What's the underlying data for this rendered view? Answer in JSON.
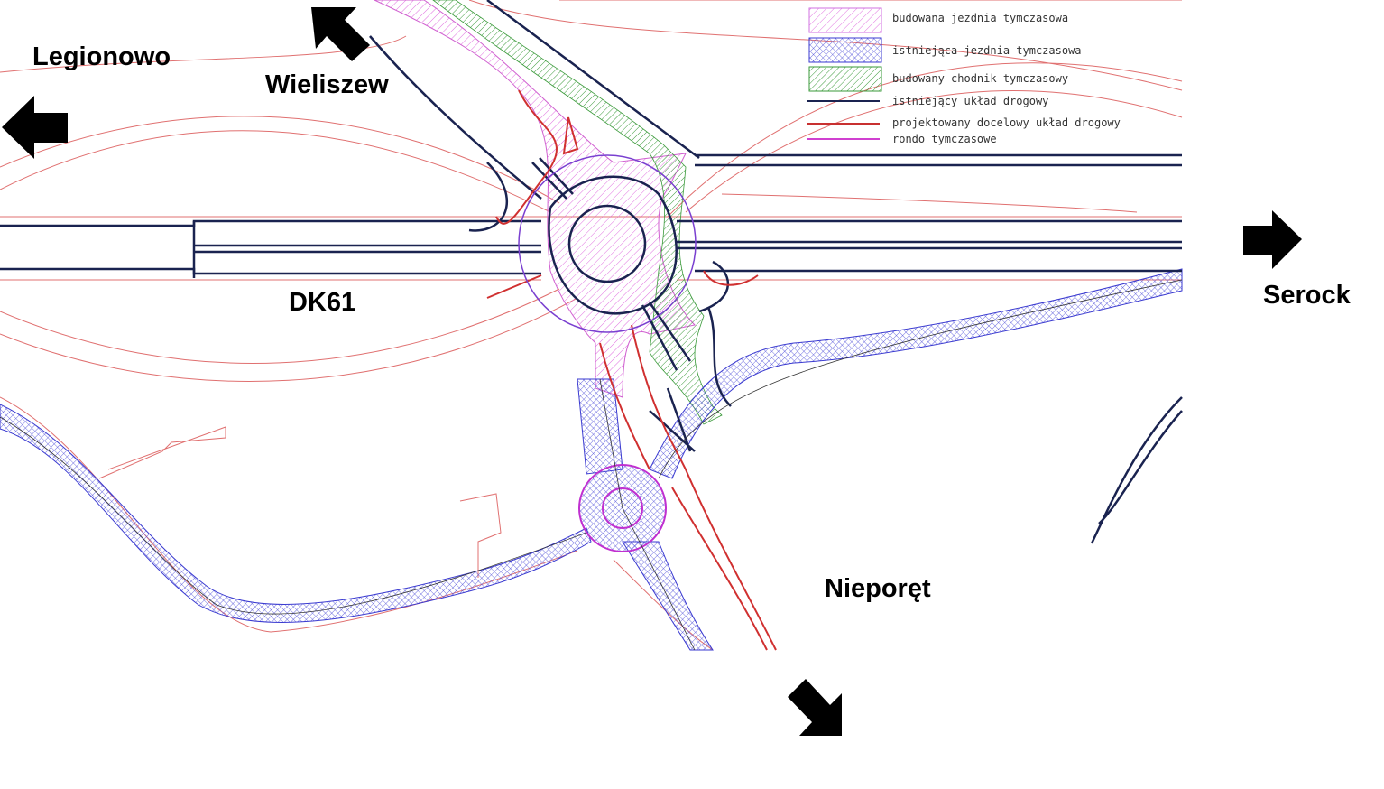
{
  "places": {
    "legionowo": "Legionowo",
    "wieliszew": "Wieliszew",
    "dk61": "DK61",
    "serock": "Serock",
    "nieporet": "Nieporęt"
  },
  "legend": [
    {
      "label": "budowana jezdnia tymczasowa",
      "kind": "pink-hatch",
      "color": "#e070e0"
    },
    {
      "label": "istniejąca jezdnia tymczasowa",
      "kind": "blue-crosshatch",
      "color": "#3a3ad0"
    },
    {
      "label": "budowany chodnik tymczasowy",
      "kind": "green-hatch",
      "color": "#3a9a3a"
    },
    {
      "label": "istniejący układ drogowy",
      "kind": "line",
      "color": "#1a2350"
    },
    {
      "label": "projektowany docelowy układ drogowy",
      "kind": "line",
      "color": "#c83030"
    },
    {
      "label": "rondo tymczasowe",
      "kind": "line",
      "color": "#d040d0"
    }
  ],
  "colors": {
    "existing": "#1a2350",
    "projected": "#d03030",
    "thin_red": "#e07070",
    "temp_roundabout": "#c030d0",
    "blue": "#3a3ad0",
    "green": "#3a9a3a"
  }
}
